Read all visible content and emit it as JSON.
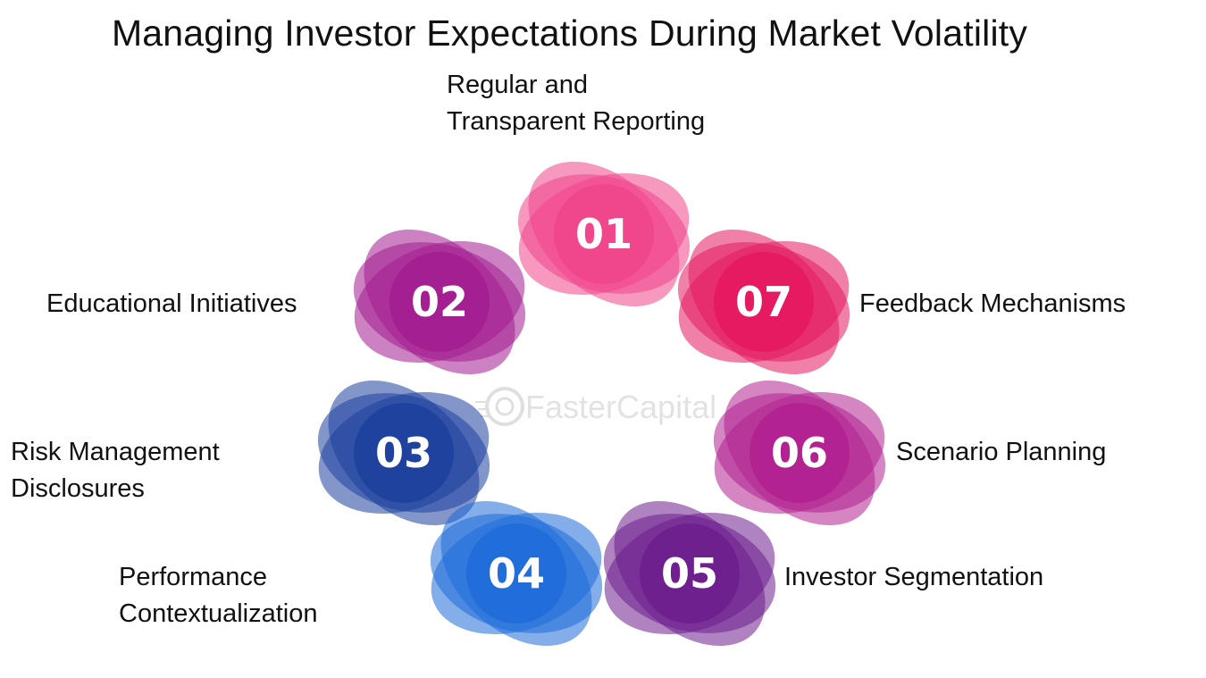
{
  "title": "Managing Investor Expectations During Market Volatility",
  "watermark": "FasterCapital",
  "items": [
    {
      "number": "01",
      "label_lines": [
        "Regular and",
        "Transparent Reporting"
      ],
      "color": "#f0448a"
    },
    {
      "number": "02",
      "label_lines": [
        "Educational Initiatives"
      ],
      "color": "#a21c8f"
    },
    {
      "number": "03",
      "label_lines": [
        "Risk Management",
        "Disclosures"
      ],
      "color": "#1d3f9e"
    },
    {
      "number": "04",
      "label_lines": [
        "Performance",
        "Contextualization"
      ],
      "color": "#1e6bd8"
    },
    {
      "number": "05",
      "label_lines": [
        "Investor Segmentation"
      ],
      "color": "#6c1e8c"
    },
    {
      "number": "06",
      "label_lines": [
        "Scenario Planning"
      ],
      "color": "#b0208f"
    },
    {
      "number": "07",
      "label_lines": [
        "Feedback Mechanisms"
      ],
      "color": "#e4185f"
    }
  ]
}
